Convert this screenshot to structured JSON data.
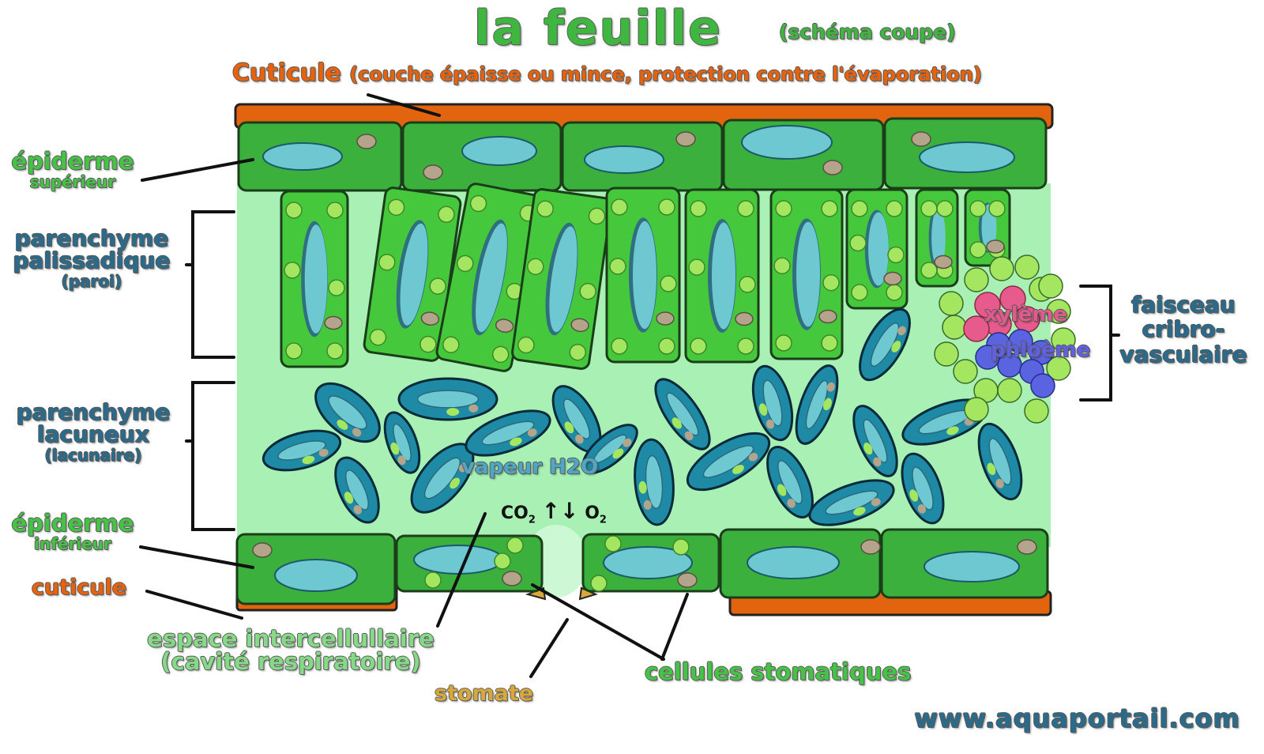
{
  "title": "la feuille",
  "subtitle": "(schéma coupe)",
  "labels": {
    "cuticule_top": "Cuticule",
    "cuticule_top_note": "(couche épaisse ou mince, protection contre l'évaporation)",
    "epiderme_sup_1": "épiderme",
    "epiderme_sup_2": "supérieur",
    "palissadique_1": "parenchyme",
    "palissadique_2": "palissadique",
    "palissadique_3": "(paroi)",
    "lacuneux_1": "parenchyme",
    "lacuneux_2": "lacuneux",
    "lacuneux_3": "(lacunaire)",
    "epiderme_inf_1": "épiderme",
    "epiderme_inf_2": "inférieur",
    "cuticule_bot": "cuticule",
    "espace_1": "espace intercellullaire",
    "espace_2": "(cavité respiratoire)",
    "stomate": "stomate",
    "cellules_stomatiques": "cellules stomatiques",
    "vapeur": "vapeur H2O",
    "gas_co": "CO",
    "gas_co_sub": "2",
    "gas_up": "↑",
    "gas_down": "↓",
    "gas_o": "O",
    "gas_o_sub": "2",
    "faisceau_1": "faisceau",
    "faisceau_2": "cribro-",
    "faisceau_3": "vasculaire",
    "xyleme": "xylème",
    "phloeme": "phloème",
    "website": "www.aquaportail.com"
  },
  "colors": {
    "cuticule": "#e2640f",
    "epidermis": "#3cb03c",
    "palisade": "#45c83c",
    "spongy": "#1e8aa6",
    "intercellular": "#a8f0b4",
    "vacuole": "#6ec8d2",
    "chloroplast": "#a4e660",
    "nucleus": "#b4a48c",
    "xylem": "#e65a8c",
    "phloem": "#5a64e0",
    "bundle": "#a4e660"
  }
}
